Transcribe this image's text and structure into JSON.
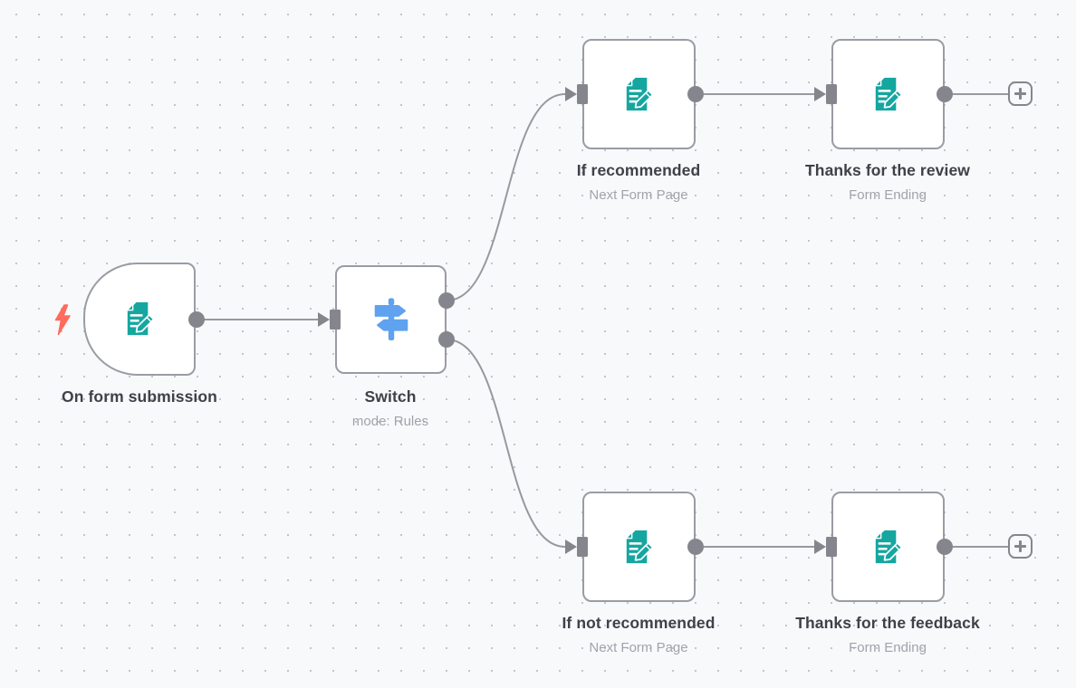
{
  "app": "workflow-canvas",
  "colors": {
    "canvas_bg": "#f8f9fb",
    "grid_dot": "#c4c5cc",
    "node_border": "#9b9ca3",
    "wire": "#98999f",
    "connector": "#85868d",
    "title_text": "#3f4149",
    "subtitle_text": "#a2a3ab",
    "form_icon_teal": "#15a6a0",
    "switch_icon_blue": "#5fa2ef",
    "trigger_bolt_coral": "#ff6b5c"
  },
  "icons": {
    "form": "form-pencil-icon",
    "switch": "signpost-icon",
    "trigger": "lightning-bolt-icon",
    "add": "plus-icon"
  },
  "nodes": [
    {
      "title": "On form submission",
      "subtitle": "",
      "icon": "form-pencil-icon",
      "kind": "trigger"
    },
    {
      "title": "Switch",
      "subtitle": "mode: Rules",
      "icon": "signpost-icon",
      "kind": "switch"
    },
    {
      "title": "If recommended",
      "subtitle": "Next Form Page",
      "icon": "form-pencil-icon",
      "kind": "form-page"
    },
    {
      "title": "Thanks for the review",
      "subtitle": "Form Ending",
      "icon": "form-pencil-icon",
      "kind": "form-ending"
    },
    {
      "title": "If not recommended",
      "subtitle": "Next Form Page",
      "icon": "form-pencil-icon",
      "kind": "form-page"
    },
    {
      "title": "Thanks for the feedback",
      "subtitle": "Form Ending",
      "icon": "form-pencil-icon",
      "kind": "form-ending"
    }
  ]
}
